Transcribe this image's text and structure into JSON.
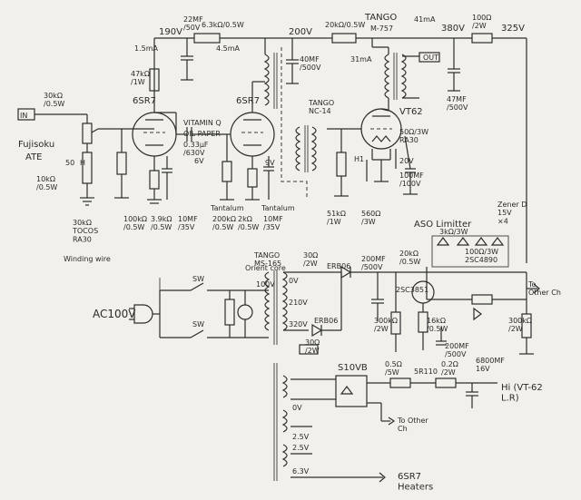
{
  "background_color": "#f2f0ea",
  "ink_color": "#2a2a2a",
  "labels": {
    "in_terminal": "IN",
    "fujisoku": "Fujisoku",
    "ate": "ATE",
    "atten_top": "30kΩ\n/0.5W",
    "atten_bot": "10kΩ\n/0.5W",
    "atten_50": "50",
    "atten_h": "H",
    "v190": "190V",
    "c22mf": "22MF\n/50V",
    "r63k": "6.3kΩ/0.5W",
    "i15ma": "1.5mA",
    "i45ma": "4.5mA",
    "r47k": "47kΩ\n/1W",
    "tube_6sr7_a": "6SR7",
    "tube_6sr7_b": "6SR7",
    "vitamin_q": "VITAMIN Q",
    "oil_paper": "OIL PAPER",
    "c033": "0.33μF\n/630V",
    "v6": "6V",
    "v9": "9V",
    "tantalum_a": "Tantalum",
    "tantalum_b": "Tantalum",
    "r30k_bottom": "30kΩ\nTOCOS\nRA30",
    "winding_wire": "Winding wire",
    "r100k": "100kΩ\n/0.5W",
    "r39k": "3.9kΩ\n/0.5W",
    "c10mf_a": "10MF\n/35V",
    "r200k": "200kΩ\n/0.5W",
    "r2k": "2kΩ\n/0.5W",
    "c10mf_b": "10MF\n/35V",
    "v200": "200V",
    "tango_nc14": "TANGO\nNC-14",
    "c40mf": "40MF\n/500V",
    "i31ma": "31mA",
    "r20k": "20kΩ/0.5W",
    "tango_top": "TANGO",
    "m757": "M-757",
    "i41ma": "41mA",
    "out": "OUT",
    "v380": "380V",
    "r100top": "100Ω\n/2W",
    "v325": "325V",
    "c47mf": "47MF\n/500V",
    "vt62": "VT62",
    "r50": "50Ω/3W\nRA30",
    "v20": "20V",
    "c100mf": "100MF\n/100V",
    "h1": "H1",
    "r51k": "51kΩ\n/1W",
    "r560": "560Ω\n/3W",
    "aso": "ASO Limitter",
    "zener": "Zener D\n15V\n×4",
    "r3k": "3kΩ/3W",
    "r100": "100Ω/3W\n2SC4890",
    "tango_ms": "TANGO\nMS-165",
    "orient": "Orient core",
    "r30_12w": "30Ω\n/2W",
    "erb06_a": "ERB06",
    "erb06_b": "ERB06",
    "c200mf": "200MF\n/500V",
    "r20k_b": "20kΩ\n/0.5W",
    "q2sc": "2SC3851",
    "to_other_ch": "To\nOther Ch",
    "r300k": "300kΩ\n/2W",
    "r16k": "16kΩ\n/0.5W",
    "c200mf_b": "200MF\n/500V",
    "r300k_b": "300kΩ\n/2W",
    "v0": "0V",
    "v210": "210V",
    "v320": "320V",
    "r30_2w": "30Ω\n/2W",
    "ac100v": "AC100V",
    "sw_a": "SW",
    "sw_b": "SW",
    "v100": "100V",
    "s10vb": "S10VB",
    "r05": "0.5Ω\n/5W",
    "r02": "0.2Ω\n/2W",
    "c6800": "6800MF\n16V",
    "sr110": "5R110",
    "hi_vt62": "Hi (VT-62\nL.R)",
    "to_other_ch_b": "To Other\nCh",
    "v0b": "0V",
    "v25": "2.5V",
    "v25b": "2.5V",
    "v63": "6.3V",
    "heaters": "6SR7\nHeaters"
  }
}
